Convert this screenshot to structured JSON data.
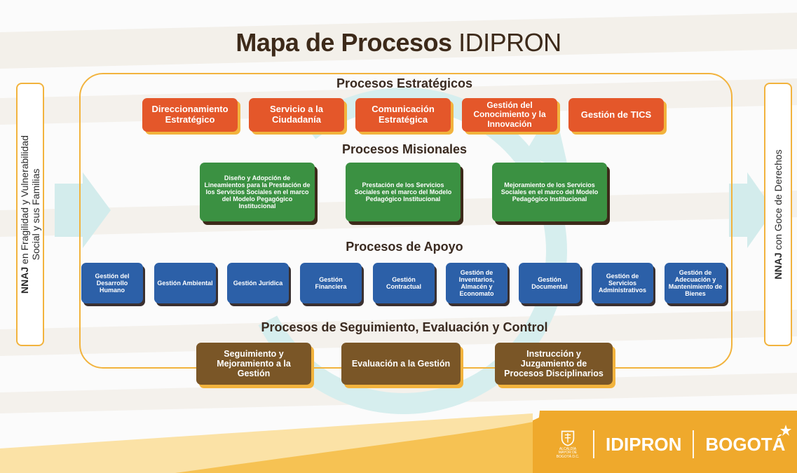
{
  "title": {
    "bold": "Mapa de Procesos",
    "light": "IDIPRON"
  },
  "left_side": {
    "bold": "NNAJ",
    "line1": "en Fragilidad y Vulnerabilidad",
    "line2": "Social y sus Familias"
  },
  "right_side": {
    "bold": "NNAJ",
    "line1": "con Goce de Derechos"
  },
  "estrategicos": {
    "heading": "Procesos Estratégicos",
    "items": [
      "Direccionamiento Estratégico",
      "Servicio a la Ciudadanía",
      "Comunicación Estratégica",
      "Gestión del Conocimiento y la Innovación",
      "Gestión de TICS"
    ]
  },
  "misionales": {
    "heading": "Procesos Misionales",
    "items": [
      "Diseño y Adopción de Lineamientos para la Prestación de los Servicios Sociales en el marco del Modelo Pegagógico Institucional",
      "Prestación de los Servicios Sociales en el marco del Modelo Pedagógico Institucional",
      "Mejoramiento de los Servicios Sociales en el marco del Modelo Pedagógico Institucional"
    ]
  },
  "apoyo": {
    "heading": "Procesos de Apoyo",
    "items": [
      "Gestión del Desarrollo Humano",
      "Gestión Ambiental",
      "Gestión Jurídica",
      "Gestión Financiera",
      "Gestión Contractual",
      "Gestión de Inventarios, Almacén y Economato",
      "Gestión Documental",
      "Gestión de Servicios Administrativos",
      "Gestión de Adecuación y Mantenimiento de Bienes"
    ]
  },
  "seguimiento": {
    "heading": "Procesos de Seguimiento, Evaluación y Control",
    "items": [
      "Seguimiento y Mejoramiento a la Gestión",
      "Evaluación a la Gestión",
      "Instrucción y Juzgamiento de Procesos Disciplinarios"
    ]
  },
  "footer": {
    "crest_caption": "ALCALDÍA MAYOR DE BOGOTÁ D.C.",
    "logo1": "IDIPRON",
    "logo2": "BOGOTÁ"
  },
  "colors": {
    "orange": "#e4572a",
    "green": "#3b9142",
    "blue": "#2c60a8",
    "brown": "#7a5627",
    "gold": "#f2b33d",
    "teal": "#cfe9ea"
  }
}
